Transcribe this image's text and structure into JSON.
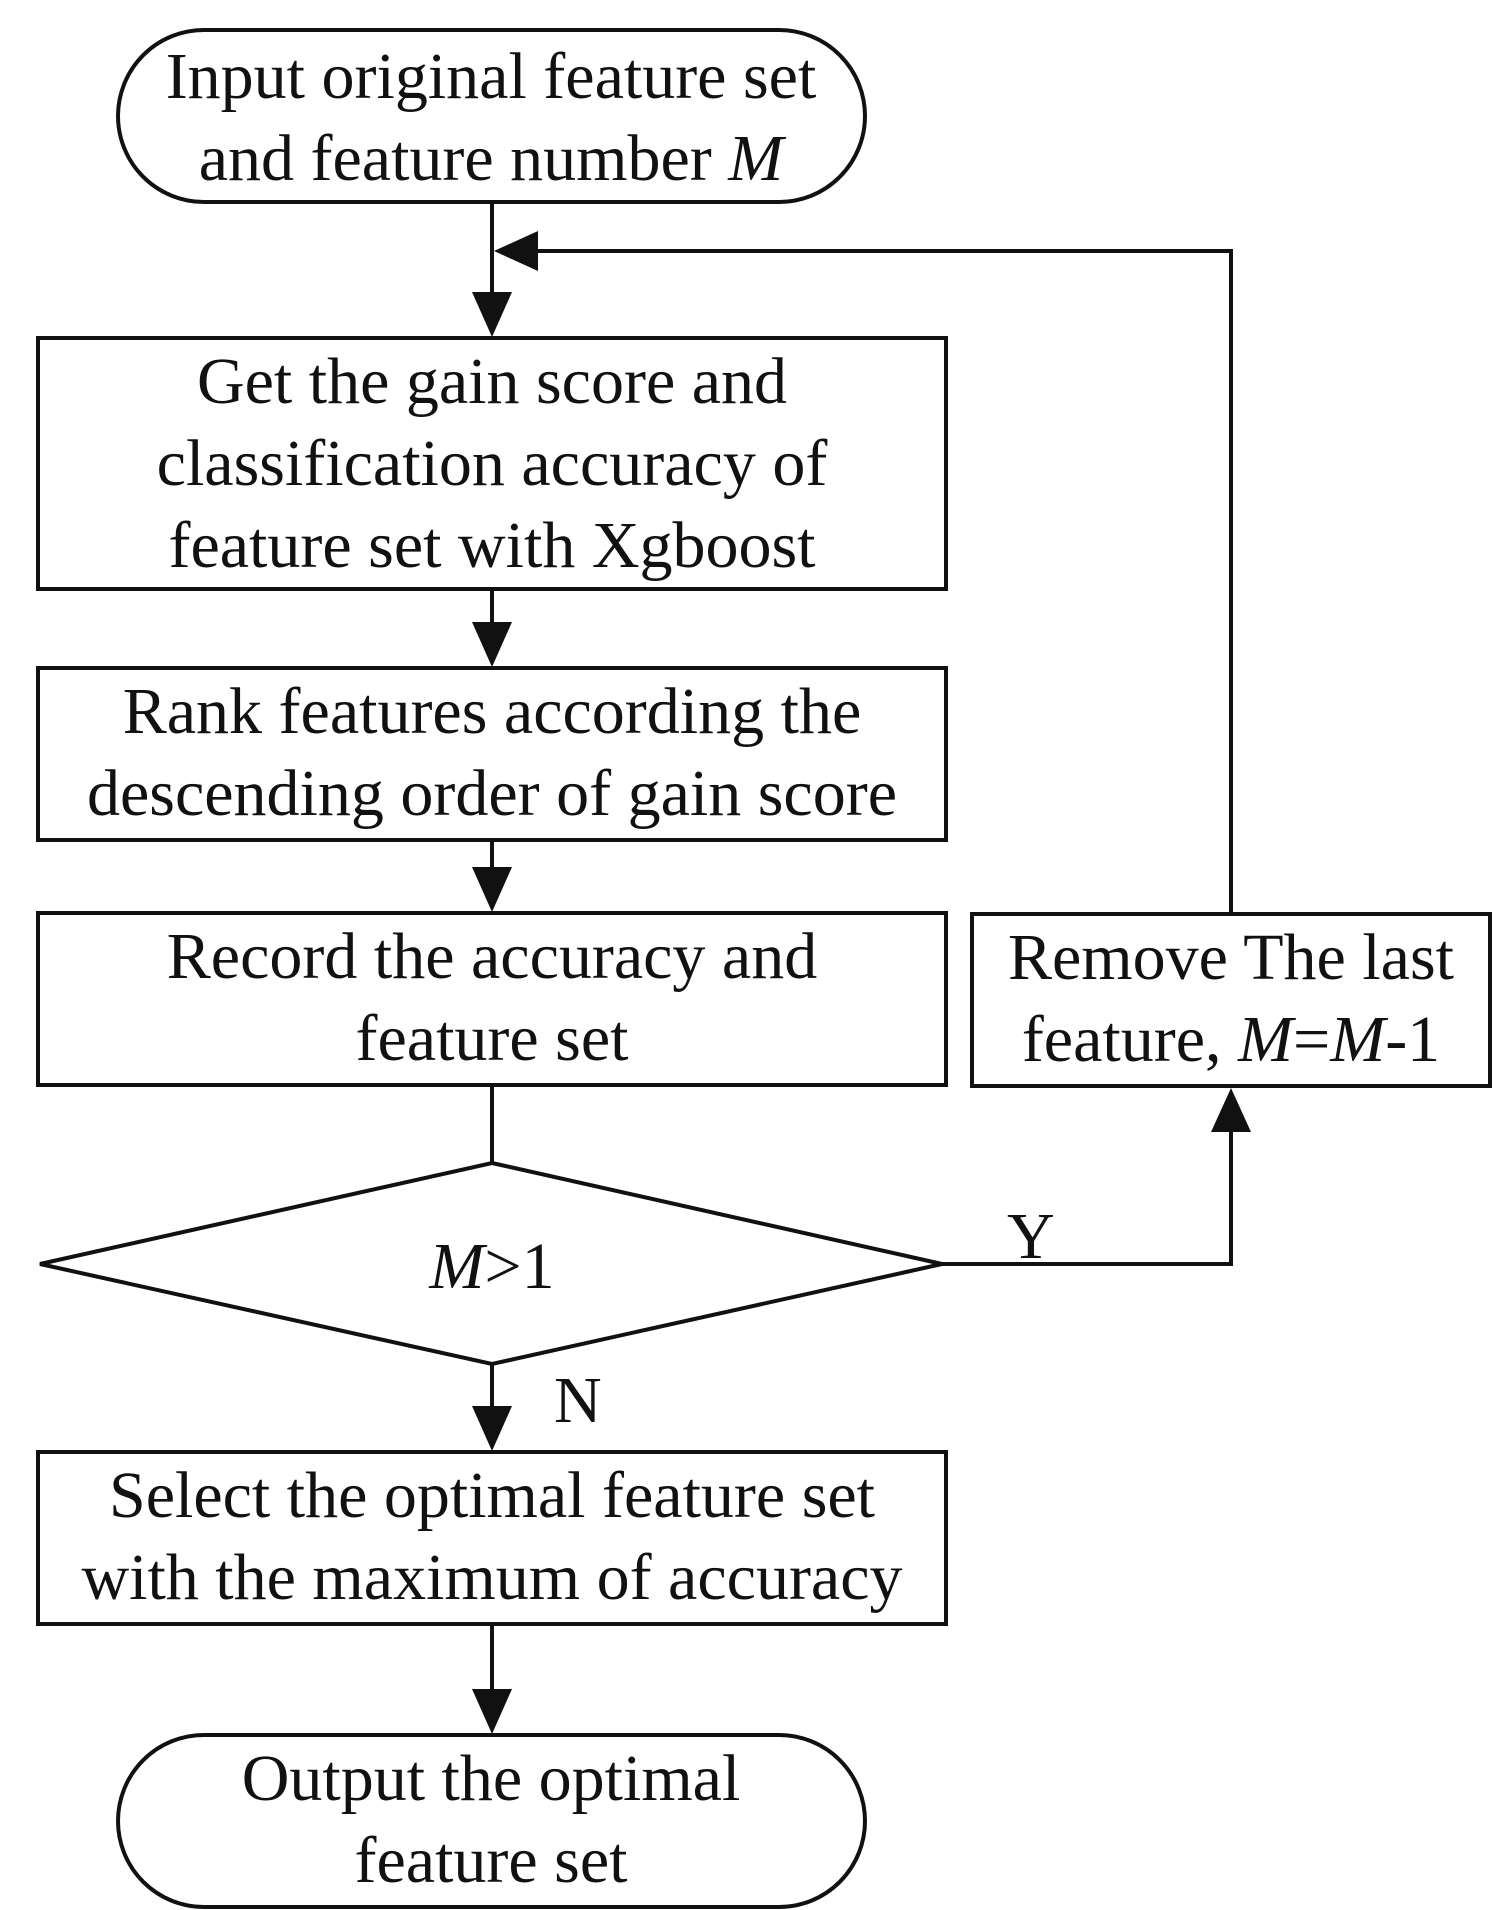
{
  "start": {
    "line1": "Input original feature set",
    "line2_prefix": "and feature number ",
    "line2_var": "M"
  },
  "step1": {
    "line1": "Get the gain score and",
    "line2": "classification accuracy of",
    "line3": "feature set with Xgboost"
  },
  "step2": {
    "line1": "Rank features according the",
    "line2": "descending order of gain score"
  },
  "step3": {
    "line1": "Record the accuracy and",
    "line2": "feature set"
  },
  "decision": {
    "var": "M",
    "rest": ">1"
  },
  "remove": {
    "line1": "Remove The last",
    "line2_prefix": "feature, ",
    "line2_var1": "M",
    "line2_eq": "=",
    "line2_var2": "M",
    "line2_suffix": "-1"
  },
  "select": {
    "line1": "Select the optimal feature set",
    "line2": "with the maximum of accuracy"
  },
  "end": {
    "line1": "Output the optimal",
    "line2": "feature set"
  },
  "branches": {
    "yes": "Y",
    "no": "N"
  }
}
